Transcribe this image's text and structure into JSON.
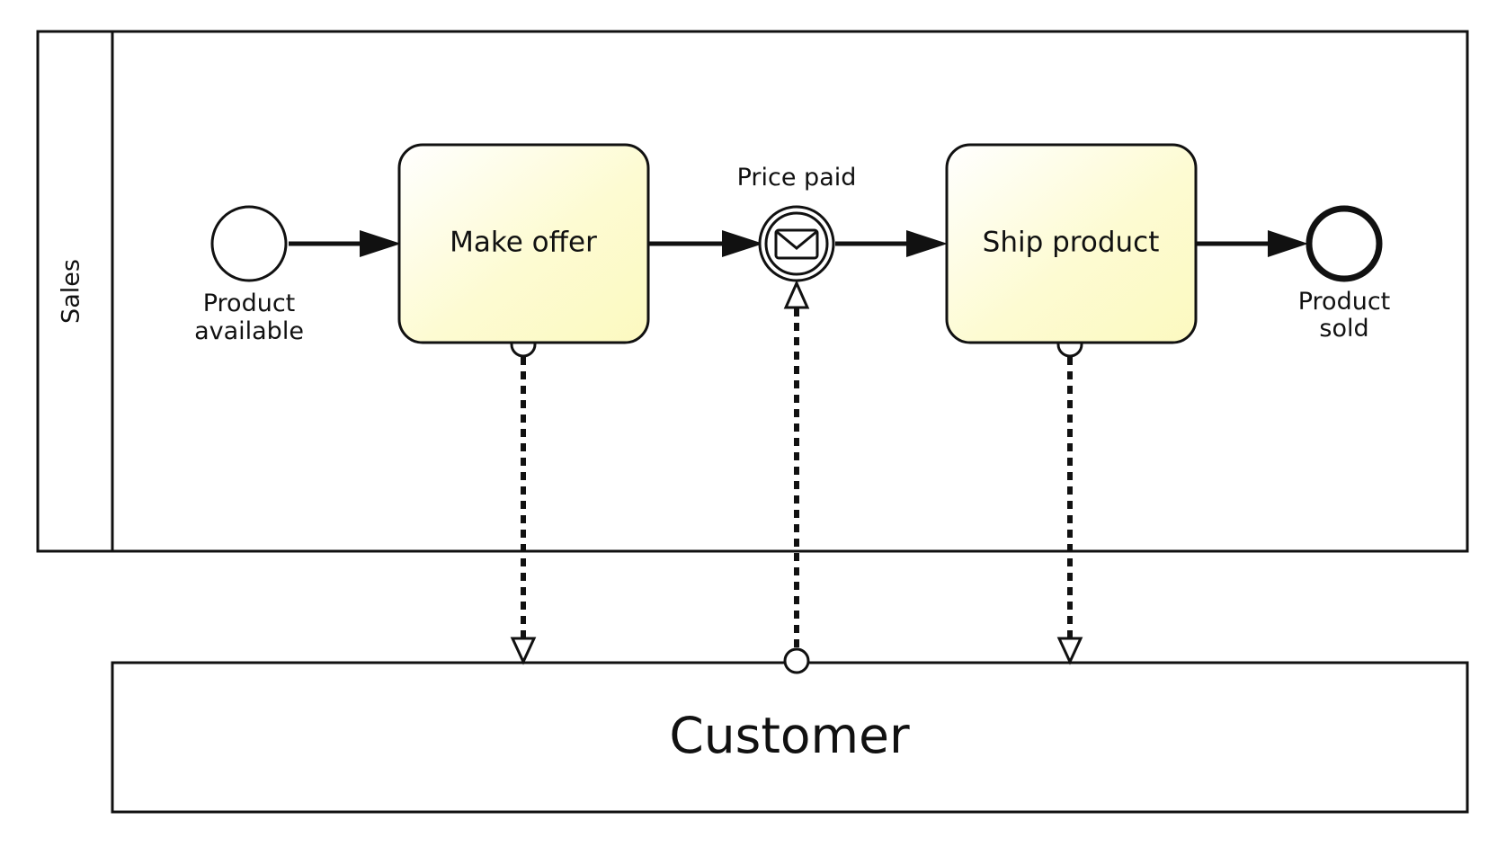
{
  "diagram": {
    "pools": {
      "sales": {
        "label": "Sales"
      },
      "customer": {
        "label": "Customer"
      }
    },
    "events": {
      "start": {
        "label_line1": "Product",
        "label_line2": "available",
        "kind": "start-event"
      },
      "price_paid": {
        "label": "Price paid",
        "kind": "intermediate-message-catch-event",
        "icon": "envelope-icon"
      },
      "end": {
        "label_line1": "Product",
        "label_line2": "sold",
        "kind": "end-event"
      }
    },
    "tasks": {
      "make_offer": {
        "label": "Make offer"
      },
      "ship_product": {
        "label": "Ship product"
      }
    },
    "colors": {
      "task_fill_light": "#ffffff",
      "task_fill_dark": "#fdfbc6",
      "stroke": "#111111"
    }
  }
}
